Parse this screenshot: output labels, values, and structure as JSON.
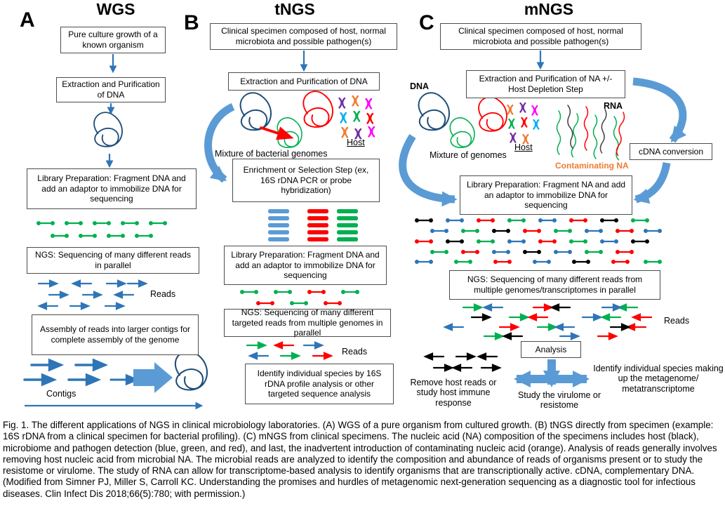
{
  "colors": {
    "thin_arrow_blue": "#2E75B6",
    "block_arrow_blue": "#5B9BD5",
    "genome_blue": "#1F4E79",
    "green": "#00B050",
    "red": "#FF0000",
    "orange": "#ED7D31",
    "black": "#000000"
  },
  "panels": {
    "a": {
      "letter": "A",
      "title": "WGS",
      "box_pure_culture": "Pure culture growth of a known organism",
      "box_extraction": "Extraction and Purification of DNA",
      "box_library": "Library Preparation: Fragment DNA and add an adaptor to immobilize DNA for sequencing",
      "box_ngs": "NGS: Sequencing of many different reads in parallel",
      "reads_label": "Reads",
      "box_assembly": "Assembly of reads into larger contigs for complete assembly of the genome",
      "contigs_label": "Contigs"
    },
    "b": {
      "letter": "B",
      "title": "tNGS",
      "box_specimen": "Clinical specimen composed of host, normal microbiota and possible pathogen(s)",
      "box_extraction": "Extraction and Purification of DNA",
      "mixture_label": "Mixture of bacterial genomes",
      "host_label": "Host",
      "box_enrichment": "Enrichment or Selection Step (ex, 16S rDNA PCR or probe hybridization)",
      "box_library": "Library Preparation: Fragment DNA and add an adaptor to immobilize DNA for sequencing",
      "box_ngs": "NGS: Sequencing of many different targeted reads from multiple genomes in parallel",
      "reads_label": "Reads",
      "box_identify": "Identify individual species by 16S rDNA profile analysis or other targeted sequence analysis"
    },
    "c": {
      "letter": "C",
      "title": "mNGS",
      "box_specimen": "Clinical specimen composed of host, normal microbiota and possible pathogen(s)",
      "box_extraction": "Extraction and Purification of NA +/- Host Depletion Step",
      "dna_label": "DNA",
      "rna_label": "RNA",
      "mixture_label": "Mixture of genomes",
      "host_label": "Host",
      "contaminating_label": "Contaminating NA",
      "box_cdna": "cDNA conversion",
      "box_library": "Library Preparation: Fragment NA and add an adaptor to immobilize DNA for sequencing",
      "box_ngs": "NGS: Sequencing of many different reads from multiple genomes/transcriptomes in parallel",
      "reads_label": "Reads",
      "box_analysis": "Analysis",
      "analysis_left": "Remove host reads or study host immune response",
      "analysis_bottom": "Study the virulome or resistome",
      "analysis_right": "Identify individual species making up the metagenome/ metatranscriptome"
    }
  },
  "caption": "Fig. 1. The different applications of NGS in clinical microbiology laboratories. (A) WGS of a pure organism from cultured growth. (B) tNGS directly from specimen (example: 16S rDNA from a clinical specimen for bacterial profiling). (C) mNGS from clinical specimens. The nucleic acid (NA) composition of the specimens includes host (black), microbiome and pathogen detection (blue, green, and red), and last, the inadvertent introduction of contaminating nucleic acid (orange). Analysis of reads generally involves removing host nucleic acid from microbial NA. The microbial reads are analyzed to identify the composition and abundance of reads of organisms present or to study the resistome or virulome. The study of RNA can allow for transcriptome-based analysis to identify organisms that are transcriptionally active. cDNA, complementary DNA. (Modified from Simner PJ, Miller S, Carroll KC. Understanding the promises and hurdles of metagenomic next-generation sequencing as a diagnostic tool for infectious diseases. Clin Infect Dis 2018;66(5):780; with permission.)"
}
